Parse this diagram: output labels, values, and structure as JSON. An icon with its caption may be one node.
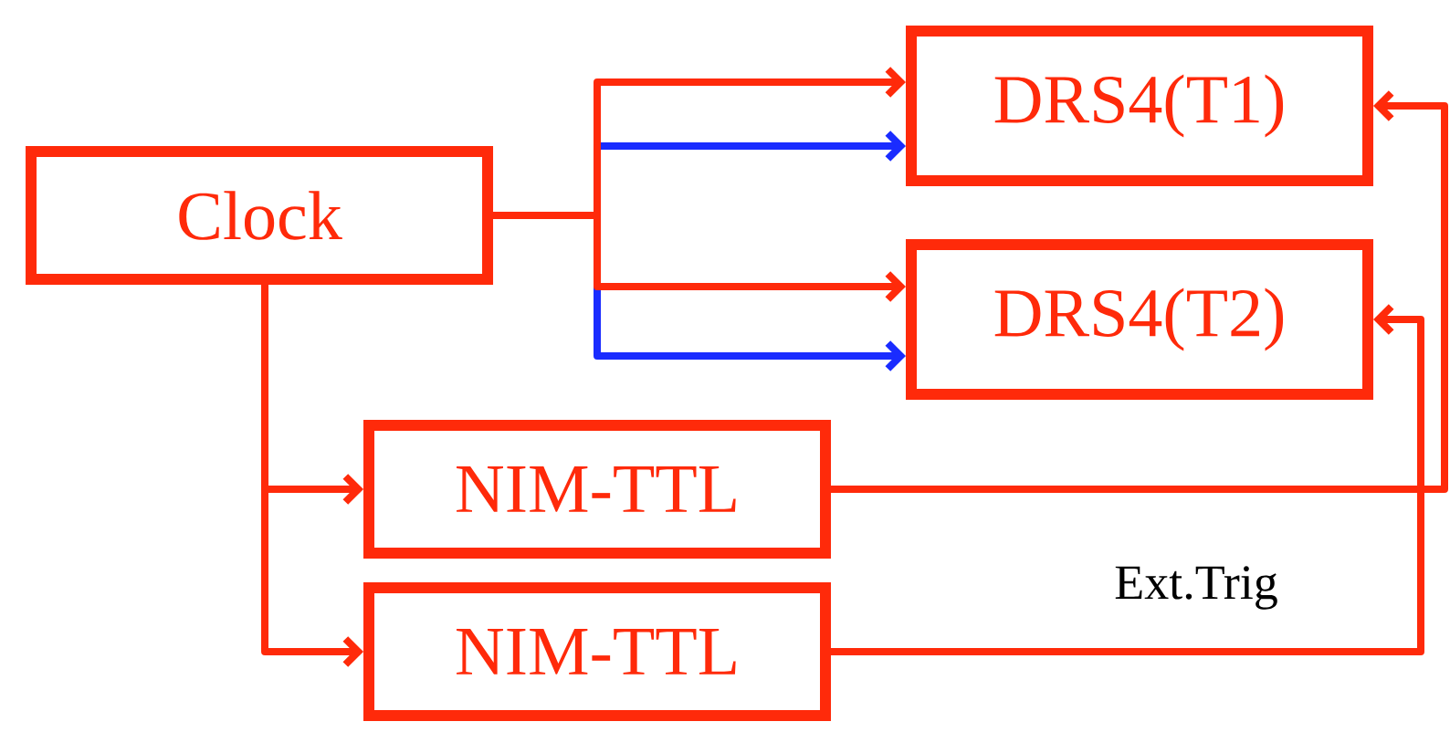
{
  "diagram": {
    "nodes": [
      {
        "text": [
          "Clock"
        ]
      },
      {
        "text": [
          "DRS4(T1)"
        ]
      },
      {
        "text": [
          "DRS4(T2)"
        ]
      },
      {
        "text": [
          "NIM-TTL"
        ]
      },
      {
        "text": [
          "NIM-TTL"
        ]
      }
    ],
    "edges": [
      {
        "from": 0,
        "to": 1,
        "arrow": "to"
      },
      {
        "from": 0,
        "to": 1,
        "arrow": "to",
        "color": "#1a2cff"
      },
      {
        "from": 0,
        "to": 2,
        "arrow": "to"
      },
      {
        "from": 0,
        "to": 2,
        "arrow": "to",
        "color": "#1a2cff"
      },
      {
        "from": 0,
        "to": 3,
        "arrow": "to"
      },
      {
        "from": 0,
        "to": 4,
        "arrow": "to"
      },
      {
        "from": 3,
        "to": 1,
        "arrow": "to"
      },
      {
        "from": 4,
        "to": 2,
        "arrow": "to"
      }
    ],
    "labels": [
      "Ext.Trig"
    ]
  }
}
